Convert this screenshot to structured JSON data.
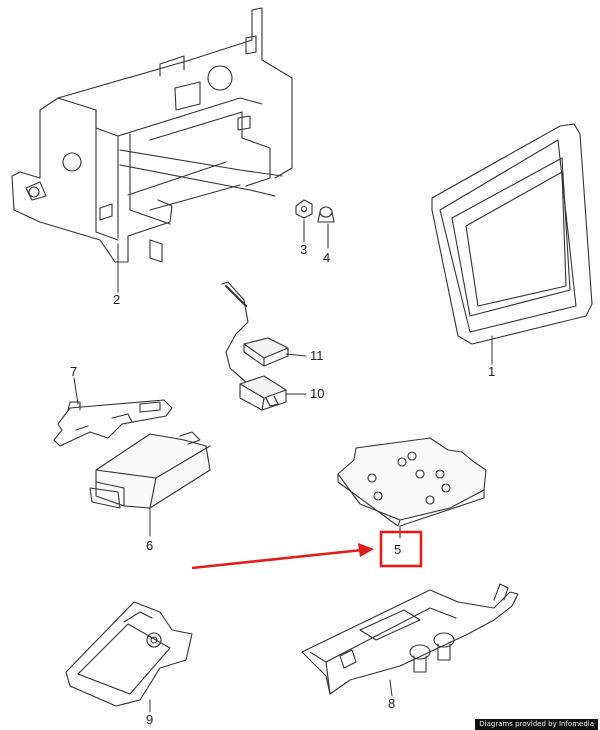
{
  "diagram": {
    "callouts": [
      {
        "id": "1",
        "label": "1"
      },
      {
        "id": "2",
        "label": "2"
      },
      {
        "id": "3",
        "label": "3"
      },
      {
        "id": "4",
        "label": "4"
      },
      {
        "id": "5",
        "label": "5"
      },
      {
        "id": "6",
        "label": "6"
      },
      {
        "id": "7",
        "label": "7"
      },
      {
        "id": "8",
        "label": "8"
      },
      {
        "id": "9",
        "label": "9"
      },
      {
        "id": "10",
        "label": "10"
      },
      {
        "id": "11",
        "label": "11"
      }
    ],
    "highlighted_callout": "5",
    "highlight_color": "#e11d1d",
    "line_color": "#333333",
    "credit": "Diagrams provided by Infomedia"
  }
}
